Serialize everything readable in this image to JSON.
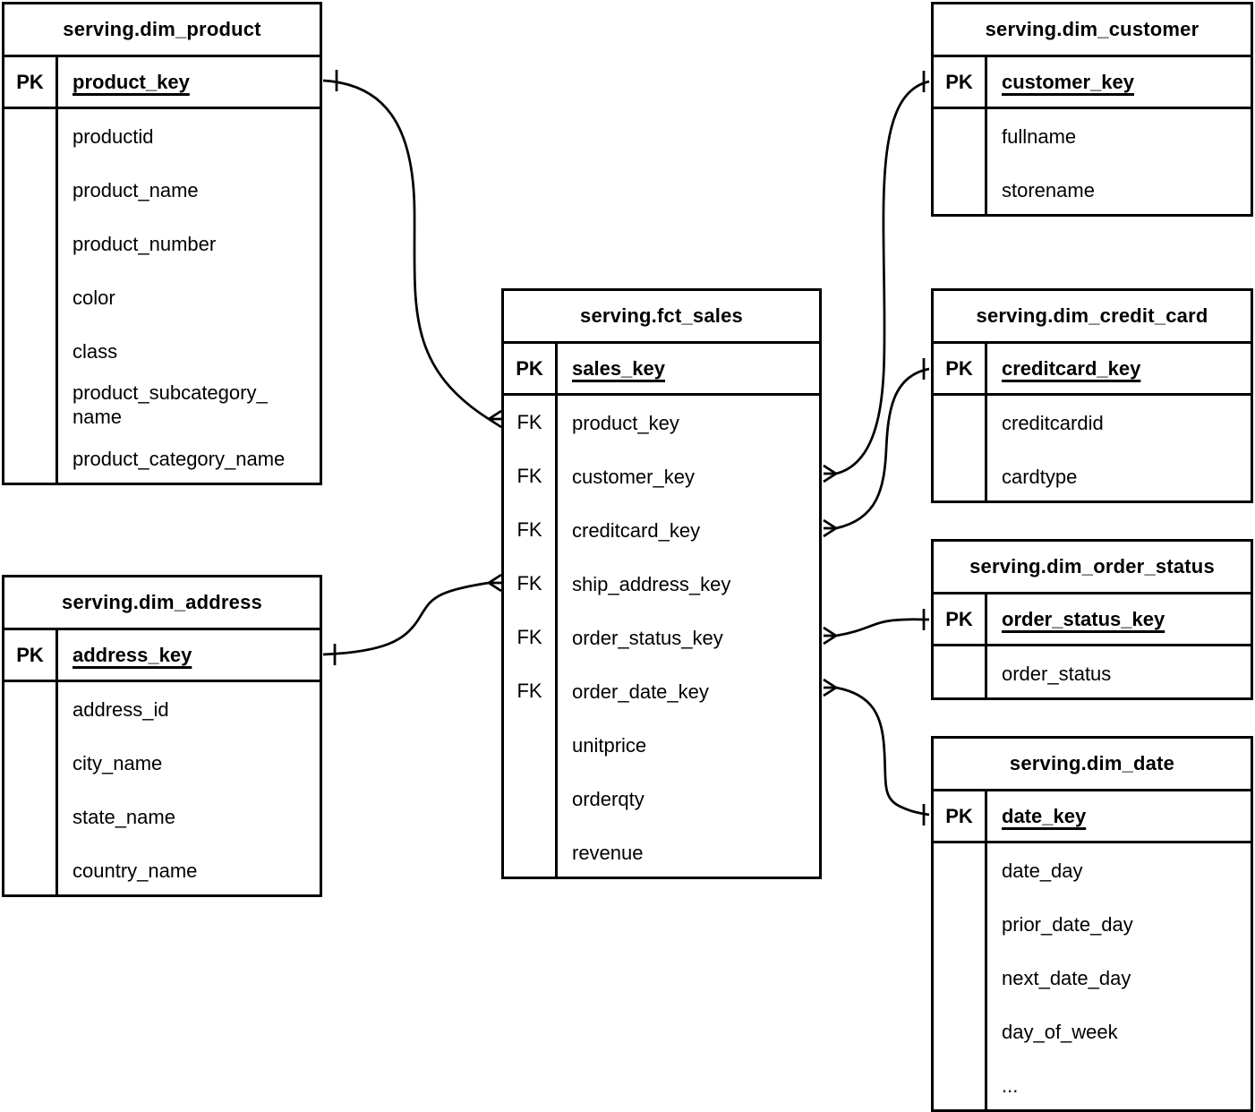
{
  "colors": {
    "stroke": "#000000",
    "background": "#ffffff",
    "text": "#000000"
  },
  "tables": {
    "dim_product": {
      "title": "serving.dim_product",
      "pk": {
        "key": "PK",
        "name": "product_key"
      },
      "rows": [
        {
          "key": "",
          "name": "productid"
        },
        {
          "key": "",
          "name": "product_name"
        },
        {
          "key": "",
          "name": "product_number"
        },
        {
          "key": "",
          "name": "color"
        },
        {
          "key": "",
          "name": "class"
        },
        {
          "key": "",
          "name": "product_subcategory_name"
        },
        {
          "key": "",
          "name": "product_category_name"
        }
      ]
    },
    "dim_address": {
      "title": "serving.dim_address",
      "pk": {
        "key": "PK",
        "name": "address_key"
      },
      "rows": [
        {
          "key": "",
          "name": "address_id"
        },
        {
          "key": "",
          "name": "city_name"
        },
        {
          "key": "",
          "name": "state_name"
        },
        {
          "key": "",
          "name": "country_name"
        }
      ]
    },
    "fct_sales": {
      "title": "serving.fct_sales",
      "pk": {
        "key": "PK",
        "name": "sales_key"
      },
      "rows": [
        {
          "key": "FK",
          "name": "product_key"
        },
        {
          "key": "FK",
          "name": "customer_key"
        },
        {
          "key": "FK",
          "name": "creditcard_key"
        },
        {
          "key": "FK",
          "name": "ship_address_key"
        },
        {
          "key": "FK",
          "name": "order_status_key"
        },
        {
          "key": "FK",
          "name": "order_date_key"
        },
        {
          "key": "",
          "name": "unitprice"
        },
        {
          "key": "",
          "name": "orderqty"
        },
        {
          "key": "",
          "name": "revenue"
        }
      ]
    },
    "dim_customer": {
      "title": "serving.dim_customer",
      "pk": {
        "key": "PK",
        "name": "customer_key"
      },
      "rows": [
        {
          "key": "",
          "name": "fullname"
        },
        {
          "key": "",
          "name": "storename"
        }
      ]
    },
    "dim_credit_card": {
      "title": "serving.dim_credit_card",
      "pk": {
        "key": "PK",
        "name": "creditcard_key"
      },
      "rows": [
        {
          "key": "",
          "name": "creditcardid"
        },
        {
          "key": "",
          "name": "cardtype"
        }
      ]
    },
    "dim_order_status": {
      "title": "serving.dim_order_status",
      "pk": {
        "key": "PK",
        "name": "order_status_key"
      },
      "rows": [
        {
          "key": "",
          "name": "order_status"
        }
      ]
    },
    "dim_date": {
      "title": "serving.dim_date",
      "pk": {
        "key": "PK",
        "name": "date_key"
      },
      "rows": [
        {
          "key": "",
          "name": "date_day"
        },
        {
          "key": "",
          "name": "prior_date_day"
        },
        {
          "key": "",
          "name": "next_date_day"
        },
        {
          "key": "",
          "name": "day_of_week"
        },
        {
          "key": "",
          "name": "..."
        }
      ]
    }
  },
  "relationships": [
    {
      "from_table": "serving.fct_sales",
      "from_field": "product_key",
      "to_table": "serving.dim_product",
      "to_field": "product_key",
      "from_cardinality": "many",
      "to_cardinality": "one"
    },
    {
      "from_table": "serving.fct_sales",
      "from_field": "ship_address_key",
      "to_table": "serving.dim_address",
      "to_field": "address_key",
      "from_cardinality": "many",
      "to_cardinality": "one"
    },
    {
      "from_table": "serving.fct_sales",
      "from_field": "customer_key",
      "to_table": "serving.dim_customer",
      "to_field": "customer_key",
      "from_cardinality": "many",
      "to_cardinality": "one"
    },
    {
      "from_table": "serving.fct_sales",
      "from_field": "creditcard_key",
      "to_table": "serving.dim_credit_card",
      "to_field": "creditcard_key",
      "from_cardinality": "many",
      "to_cardinality": "one"
    },
    {
      "from_table": "serving.fct_sales",
      "from_field": "order_status_key",
      "to_table": "serving.dim_order_status",
      "to_field": "order_status_key",
      "from_cardinality": "many",
      "to_cardinality": "one"
    },
    {
      "from_table": "serving.fct_sales",
      "from_field": "order_date_key",
      "to_table": "serving.dim_date",
      "to_field": "date_key",
      "from_cardinality": "many",
      "to_cardinality": "one"
    }
  ]
}
